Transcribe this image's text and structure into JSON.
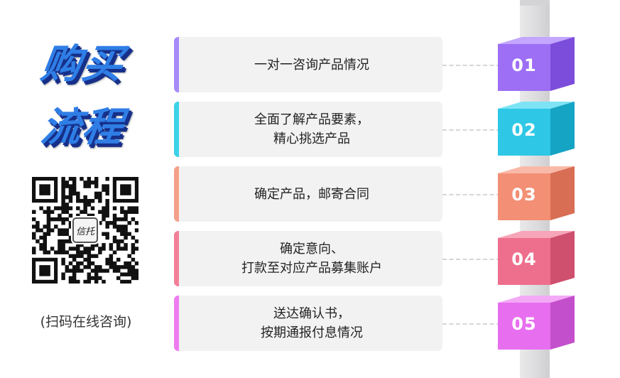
{
  "title": {
    "line1": "购买",
    "line2": "流程"
  },
  "qr": {
    "badge_text": "信托",
    "caption": "(扫码在线咨询)"
  },
  "steps": [
    {
      "number": "01",
      "text": "一对一咨询产品情况",
      "color": "#a78bfa",
      "box_front": "#9c6ff5",
      "box_side": "#7c4ddb",
      "box_top": "#c2a6ff"
    },
    {
      "number": "02",
      "text": "全面了解产品要素，\n精心挑选产品",
      "color": "#3cd2e8",
      "box_front": "#2ec7e6",
      "box_side": "#16a4c4",
      "box_top": "#7ee4f5"
    },
    {
      "number": "03",
      "text": "确定产品，邮寄合同",
      "color": "#f5a08a",
      "box_front": "#f38f75",
      "box_side": "#d86e54",
      "box_top": "#f9b9a8"
    },
    {
      "number": "04",
      "text": "确定意向、\n打款至对应产品募集账户",
      "color": "#f27f9a",
      "box_front": "#ee6f8d",
      "box_side": "#cf4f6e",
      "box_top": "#f7a5b8"
    },
    {
      "number": "05",
      "text": "送达确认书，\n按期通报付息情况",
      "color": "#ee7cf0",
      "box_front": "#e86ef0",
      "box_side": "#c44fcc",
      "box_top": "#f4a9f6"
    }
  ]
}
